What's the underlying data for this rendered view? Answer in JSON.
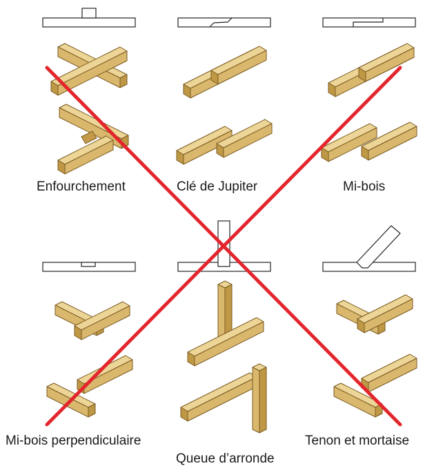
{
  "labels": {
    "enfourchement": "Enfourchement",
    "cle_de_jupiter": "Clé de Jupiter",
    "mi_bois": "Mi-bois",
    "mi_bois_perpendiculaire": "Mi-bois perpendiculaire",
    "queue_daronde": "Queue d’arronde",
    "tenon_et_mortaise": "Tenon et mortaise"
  },
  "colors": {
    "wood_top": "#ecd596",
    "wood_front": "#d6b46a",
    "wood_side": "#b8913f",
    "wood_edge": "#7a5a22",
    "cross": "#e3262d",
    "schematic": "#222222"
  }
}
